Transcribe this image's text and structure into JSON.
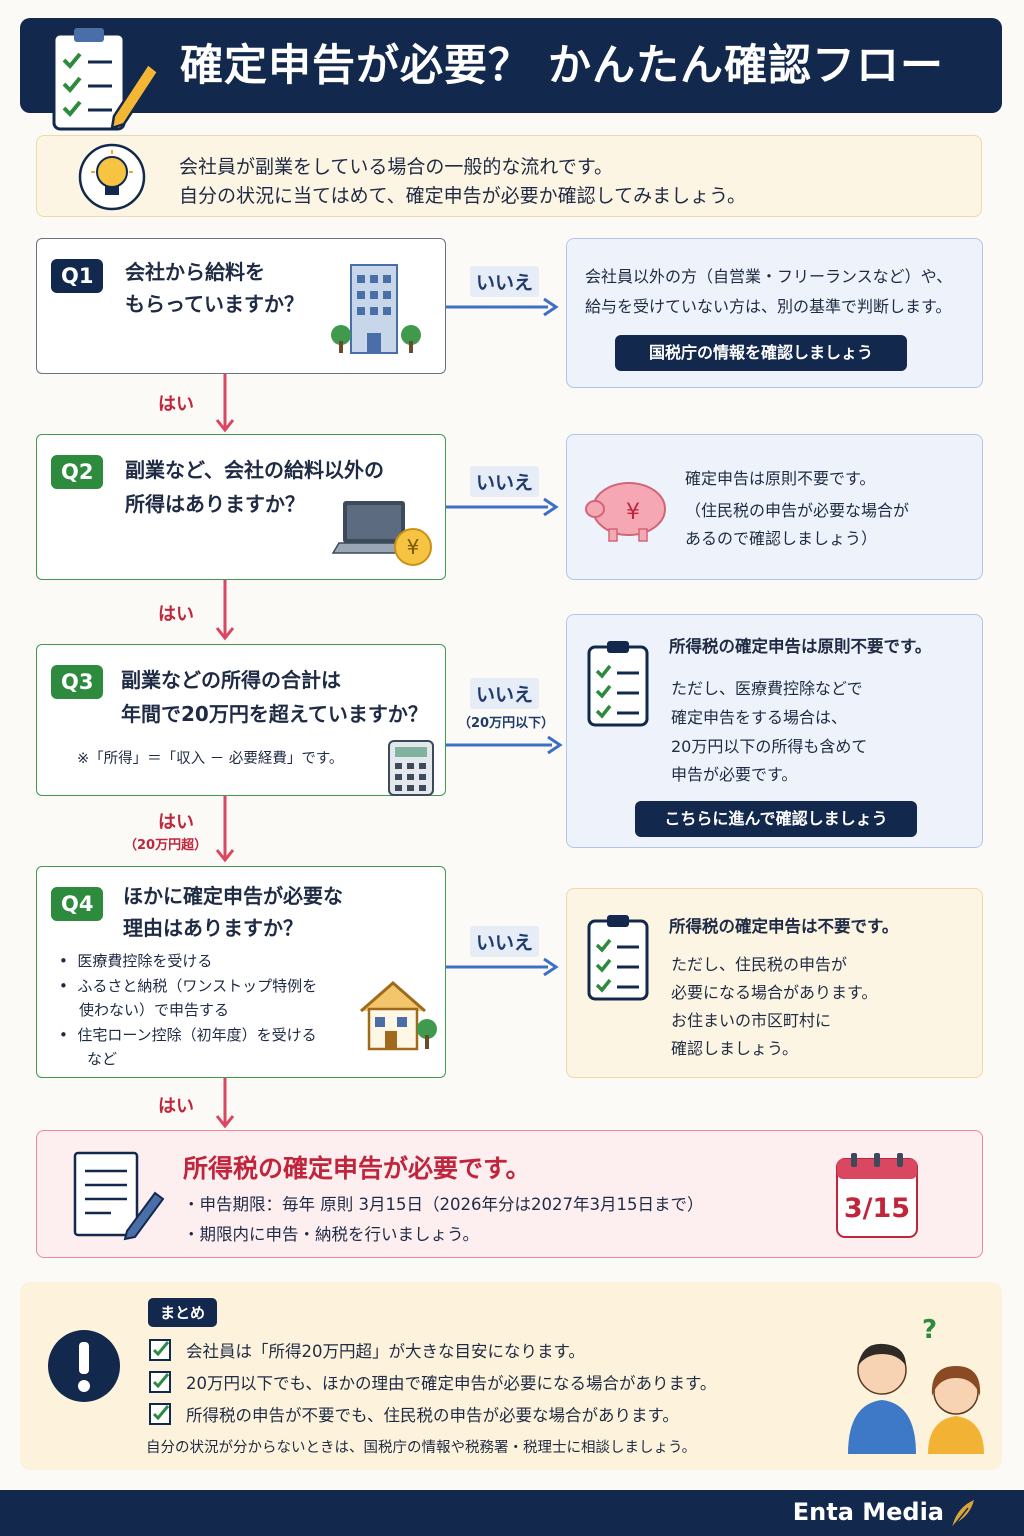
{
  "header": {
    "title": "確定申告が必要？ かんたん確認フロー"
  },
  "intro": {
    "line1": "会社員が副業をしている場合の一般的な流れです。",
    "line2": "自分の状況に当てはめて、確定申告が必要か確認してみましょう。"
  },
  "labels": {
    "yes": "はい",
    "no": "いいえ"
  },
  "q1": {
    "badge": "Q1",
    "line1": "会社から給料を",
    "line2": "もらっていますか？",
    "no_answer": {
      "line1": "会社員以外の方（自営業・フリーランスなど）や、",
      "line2": "給与を受けていない方は、別の基準で判断します。",
      "button": "国税庁の情報を確認しましょう"
    }
  },
  "q2": {
    "badge": "Q2",
    "line1": "副業など、会社の給料以外の",
    "line2": "所得はありますか？",
    "no_answer": {
      "line1": "確定申告は原則不要です。",
      "line2": "（住民税の申告が必要な場合が",
      "line3": "あるので確認しましょう）"
    }
  },
  "q3": {
    "badge": "Q3",
    "line1": "副業などの所得の合計は",
    "line2": "年間で20万円を超えていますか？",
    "note": "※「所得」＝「収入 － 必要経費」です。",
    "no_sub": "（20万円以下）",
    "yes_sub": "（20万円超）",
    "no_answer": {
      "title": "所得税の確定申告は原則不要です。",
      "line1": "ただし、医療費控除などで",
      "line2": "確定申告をする場合は、",
      "line3": "20万円以下の所得も含めて",
      "line4": "申告が必要です。",
      "button": "こちらに進んで確認しましょう"
    }
  },
  "q4": {
    "badge": "Q4",
    "line1": "ほかに確定申告が必要な",
    "line2": "理由はありますか？",
    "bullets": [
      "医療費控除を受ける",
      "ふるさと納税（ワンストップ特例を",
      "使わない）で申告する",
      "住宅ローン控除（初年度）を受ける",
      "など"
    ],
    "no_answer": {
      "title": "所得税の確定申告は不要です。",
      "line1": "ただし、住民税の申告が",
      "line2": "必要になる場合があります。",
      "line3": "お住まいの市区町村に",
      "line4": "確認しましょう。"
    }
  },
  "result": {
    "title": "所得税の確定申告が必要です。",
    "line1": "・申告期限：毎年 原則 3月15日（2026年分は2027年3月15日まで）",
    "line2": "・期限内に申告・納税を行いましょう。",
    "calendar": "3/15"
  },
  "summary": {
    "tag": "まとめ",
    "items": [
      "会社員は「所得20万円超」が大きな目安になります。",
      "20万円以下でも、ほかの理由で確定申告が必要になる場合があります。",
      "所得税の申告が不要でも、住民税の申告が必要な場合があります。"
    ],
    "note": "自分の状況が分からないときは、国税庁の情報や税務署・税理士に相談しましょう。"
  },
  "footer": {
    "brand": "Enta Media"
  },
  "colors": {
    "navy": "#13284d",
    "q1": "#13284d",
    "q2": "#2e8b3e",
    "q3": "#2e8b3e",
    "q4": "#2e8b3e",
    "yes": "#d94760",
    "no": "#3d6fc7"
  },
  "icons": [
    "clipboard-check-icon",
    "lightbulb-icon",
    "building-icon",
    "laptop-yen-icon",
    "piggy-bank-icon",
    "calculator-icon",
    "checklist-icon",
    "house-icon",
    "document-pen-icon",
    "calendar-icon",
    "exclamation-icon",
    "people-thinking-icon",
    "feather-icon"
  ]
}
